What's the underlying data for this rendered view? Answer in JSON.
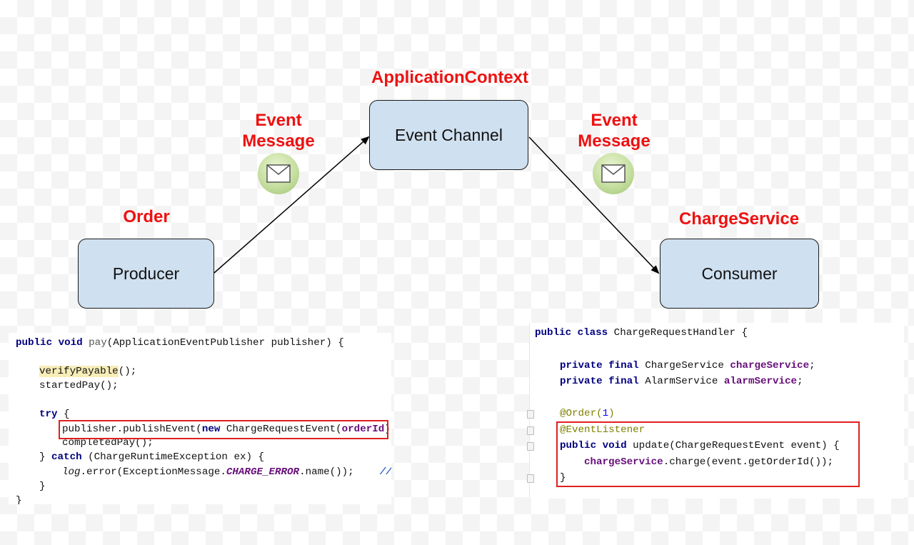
{
  "diagram": {
    "labels": {
      "context": "ApplicationContext",
      "producer_owner": "Order",
      "consumer_owner": "ChargeService",
      "left_message_line1": "Event",
      "left_message_line2": "Message",
      "right_message_line1": "Event",
      "right_message_line2": "Message"
    },
    "nodes": {
      "channel": "Event Channel",
      "producer": "Producer",
      "consumer": "Consumer"
    },
    "icons": {
      "message": "envelope-icon"
    },
    "colors": {
      "accent_red": "#ee1111",
      "node_fill": "#cfe0f0",
      "icon_green": "#b9d88f"
    }
  },
  "left_code": {
    "l1_kw": "public void ",
    "l1_method": "pay",
    "l1_rest": "(ApplicationEventPublisher publisher) {",
    "l2_call": "verifyPayable",
    "l2_rest": "();",
    "l3": "startedPay();",
    "l4_kw": "try",
    "l4_rest": " {",
    "l5_a": "publisher.publishEvent(",
    "l5_kw": "new",
    "l5_b": " ChargeRequestEvent(",
    "l5_fld": "orderId",
    "l5_c": "));",
    "l6": "completedPay();",
    "l7_a": "} ",
    "l7_kw": "catch",
    "l7_b": " (ChargeRuntimeException ex) {",
    "l8_log": "log",
    "l8_a": ".error(ExceptionMessage.",
    "l8_const": "CHARGE_ERROR",
    "l8_b": ".name());",
    "l8_cmt": "//TO",
    "l9": "}",
    "l10": "}"
  },
  "right_code": {
    "r1_kw": "public class",
    "r1_rest": " ChargeRequestHandler {",
    "r2_kw": "private final",
    "r2_type": " ChargeService ",
    "r2_fld": "chargeService",
    "r2_end": ";",
    "r3_kw": "private final",
    "r3_type": " AlarmService ",
    "r3_fld": "alarmService",
    "r3_end": ";",
    "r4_ann": "@Order(",
    "r4_num": "1",
    "r4_end": ")",
    "r5_ann": "@EventListener",
    "r6_kw": "public void",
    "r6_rest": " update(ChargeRequestEvent event) {",
    "r7_fld": "chargeService",
    "r7_rest": ".charge(event.getOrderId());",
    "r8": "}"
  }
}
